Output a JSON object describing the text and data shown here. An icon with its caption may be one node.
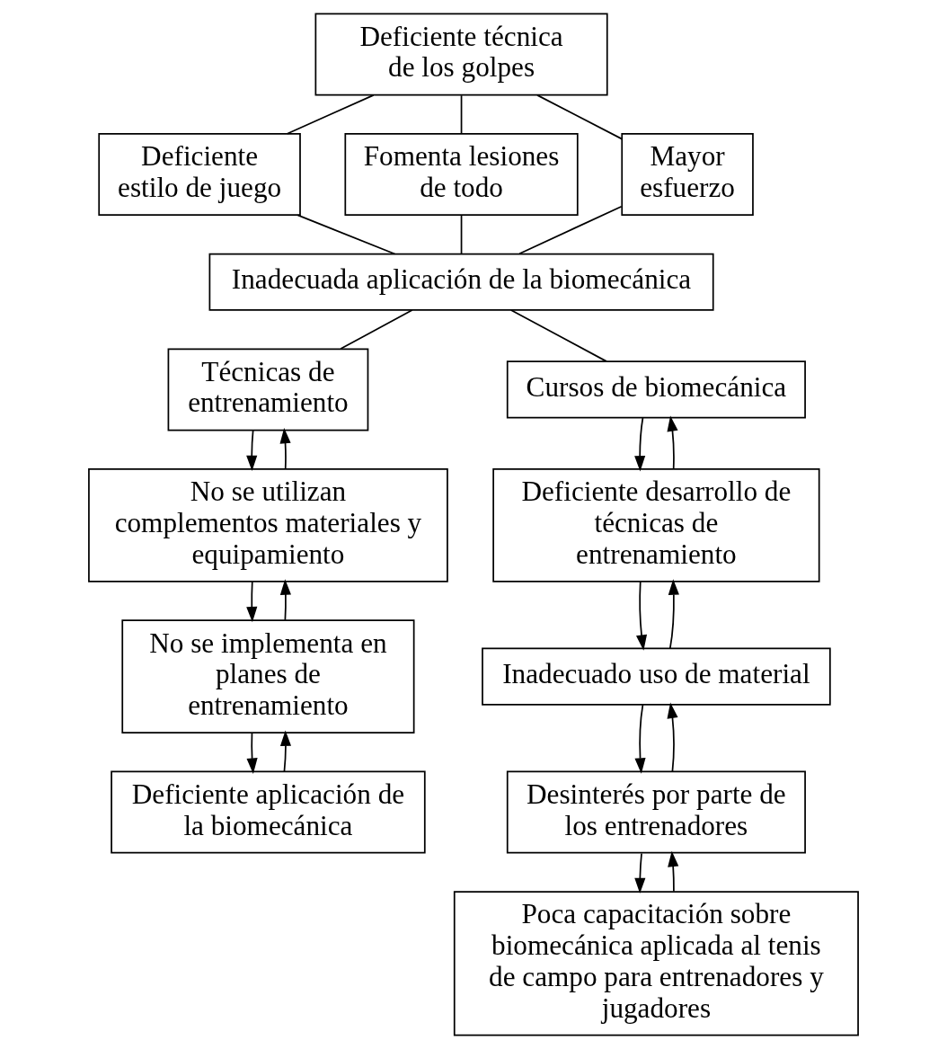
{
  "diagram": {
    "nodes": [
      {
        "text": [
          "Deficiente técnica de los golpes"
        ]
      },
      {
        "text": [
          "Deficiente estilo de juego"
        ]
      },
      {
        "text": [
          "Fomenta lesiones de todo"
        ]
      },
      {
        "text": [
          "Mayor esfuerzo"
        ]
      },
      {
        "text": [
          "Inadecuada aplicación de la biomecánica"
        ]
      },
      {
        "text": [
          "Técnicas de entrenamiento"
        ]
      },
      {
        "text": [
          "Cursos de biomecánica"
        ]
      },
      {
        "text": [
          "No se utilizan complementos materiales y equipamiento"
        ]
      },
      {
        "text": [
          "Deficiente desarrollo de técnicas de entrenamiento"
        ]
      },
      {
        "text": [
          "No se implementa en planes de entrenamiento"
        ]
      },
      {
        "text": [
          "Inadecuado uso de material"
        ]
      },
      {
        "text": [
          "Deficiente aplicación de la biomecánica"
        ]
      },
      {
        "text": [
          "Desinterés por parte de los entrenadores"
        ]
      },
      {
        "text": [
          "Poca capacitación sobre biomecánica aplicada al tenis de campo para entrenadores y jugadores"
        ]
      }
    ],
    "edges": [
      {
        "from": 0,
        "to": 1,
        "arrow": "none"
      },
      {
        "from": 0,
        "to": 2,
        "arrow": "none"
      },
      {
        "from": 0,
        "to": 3,
        "arrow": "none"
      },
      {
        "from": 1,
        "to": 4,
        "arrow": "none"
      },
      {
        "from": 2,
        "to": 4,
        "arrow": "none"
      },
      {
        "from": 3,
        "to": 4,
        "arrow": "none"
      },
      {
        "from": 4,
        "to": 5,
        "arrow": "none"
      },
      {
        "from": 4,
        "to": 6,
        "arrow": "none"
      },
      {
        "from": 5,
        "to": 7,
        "arrow": "to"
      },
      {
        "from": 7,
        "to": 5,
        "arrow": "to"
      },
      {
        "from": 7,
        "to": 9,
        "arrow": "to"
      },
      {
        "from": 9,
        "to": 7,
        "arrow": "to"
      },
      {
        "from": 9,
        "to": 11,
        "arrow": "to"
      },
      {
        "from": 11,
        "to": 9,
        "arrow": "to"
      },
      {
        "from": 6,
        "to": 8,
        "arrow": "to"
      },
      {
        "from": 8,
        "to": 6,
        "arrow": "to"
      },
      {
        "from": 8,
        "to": 10,
        "arrow": "to"
      },
      {
        "from": 10,
        "to": 8,
        "arrow": "to"
      },
      {
        "from": 10,
        "to": 12,
        "arrow": "to"
      },
      {
        "from": 12,
        "to": 10,
        "arrow": "to"
      },
      {
        "from": 12,
        "to": 13,
        "arrow": "to"
      },
      {
        "from": 13,
        "to": 12,
        "arrow": "to"
      }
    ]
  }
}
